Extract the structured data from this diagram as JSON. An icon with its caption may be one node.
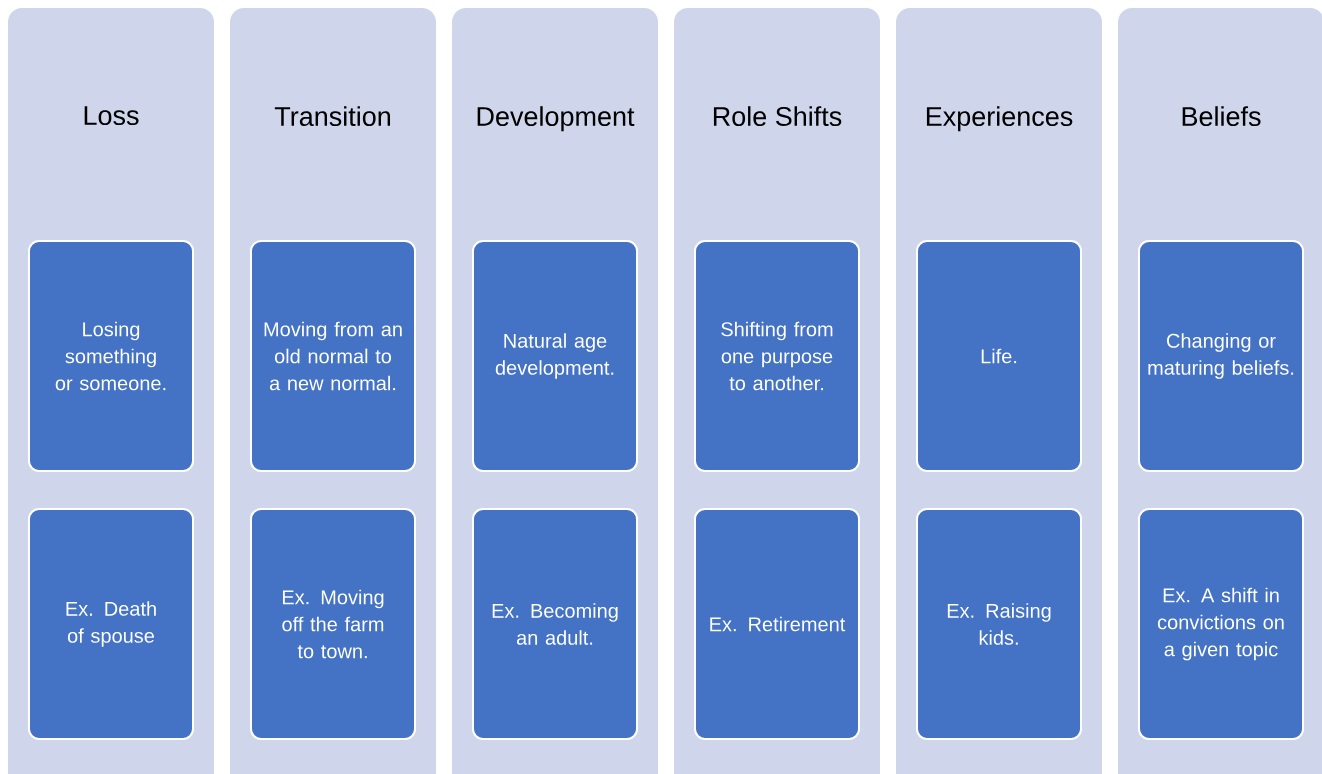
{
  "diagram": {
    "nodes": [
      {
        "text": [
          "Loss"
        ]
      },
      {
        "text": [
          "Losing something or someone."
        ],
        "in": 0
      },
      {
        "text": [
          "Ex. Death of spouse"
        ],
        "in": 0
      },
      {
        "text": [
          "Transition"
        ]
      },
      {
        "text": [
          "Moving from an old normal to a new normal."
        ],
        "in": 3
      },
      {
        "text": [
          "Ex. Moving off the farm to town."
        ],
        "in": 3
      },
      {
        "text": [
          "Development"
        ]
      },
      {
        "text": [
          "Natural age development."
        ],
        "in": 6
      },
      {
        "text": [
          "Ex. Becoming an adult."
        ],
        "in": 6
      },
      {
        "text": [
          "Role Shifts"
        ]
      },
      {
        "text": [
          "Shifting from one purpose to another."
        ],
        "in": 9
      },
      {
        "text": [
          "Ex. Retirement"
        ],
        "in": 9
      },
      {
        "text": [
          "Experiences"
        ]
      },
      {
        "text": [
          "Life."
        ],
        "in": 12
      },
      {
        "text": [
          "Ex. Raising kids."
        ],
        "in": 12
      },
      {
        "text": [
          "Beliefs"
        ]
      },
      {
        "text": [
          "Changing or maturing beliefs."
        ],
        "in": 15
      },
      {
        "text": [
          "Ex. A shift in convictions on a given topic"
        ],
        "in": 15
      }
    ]
  }
}
